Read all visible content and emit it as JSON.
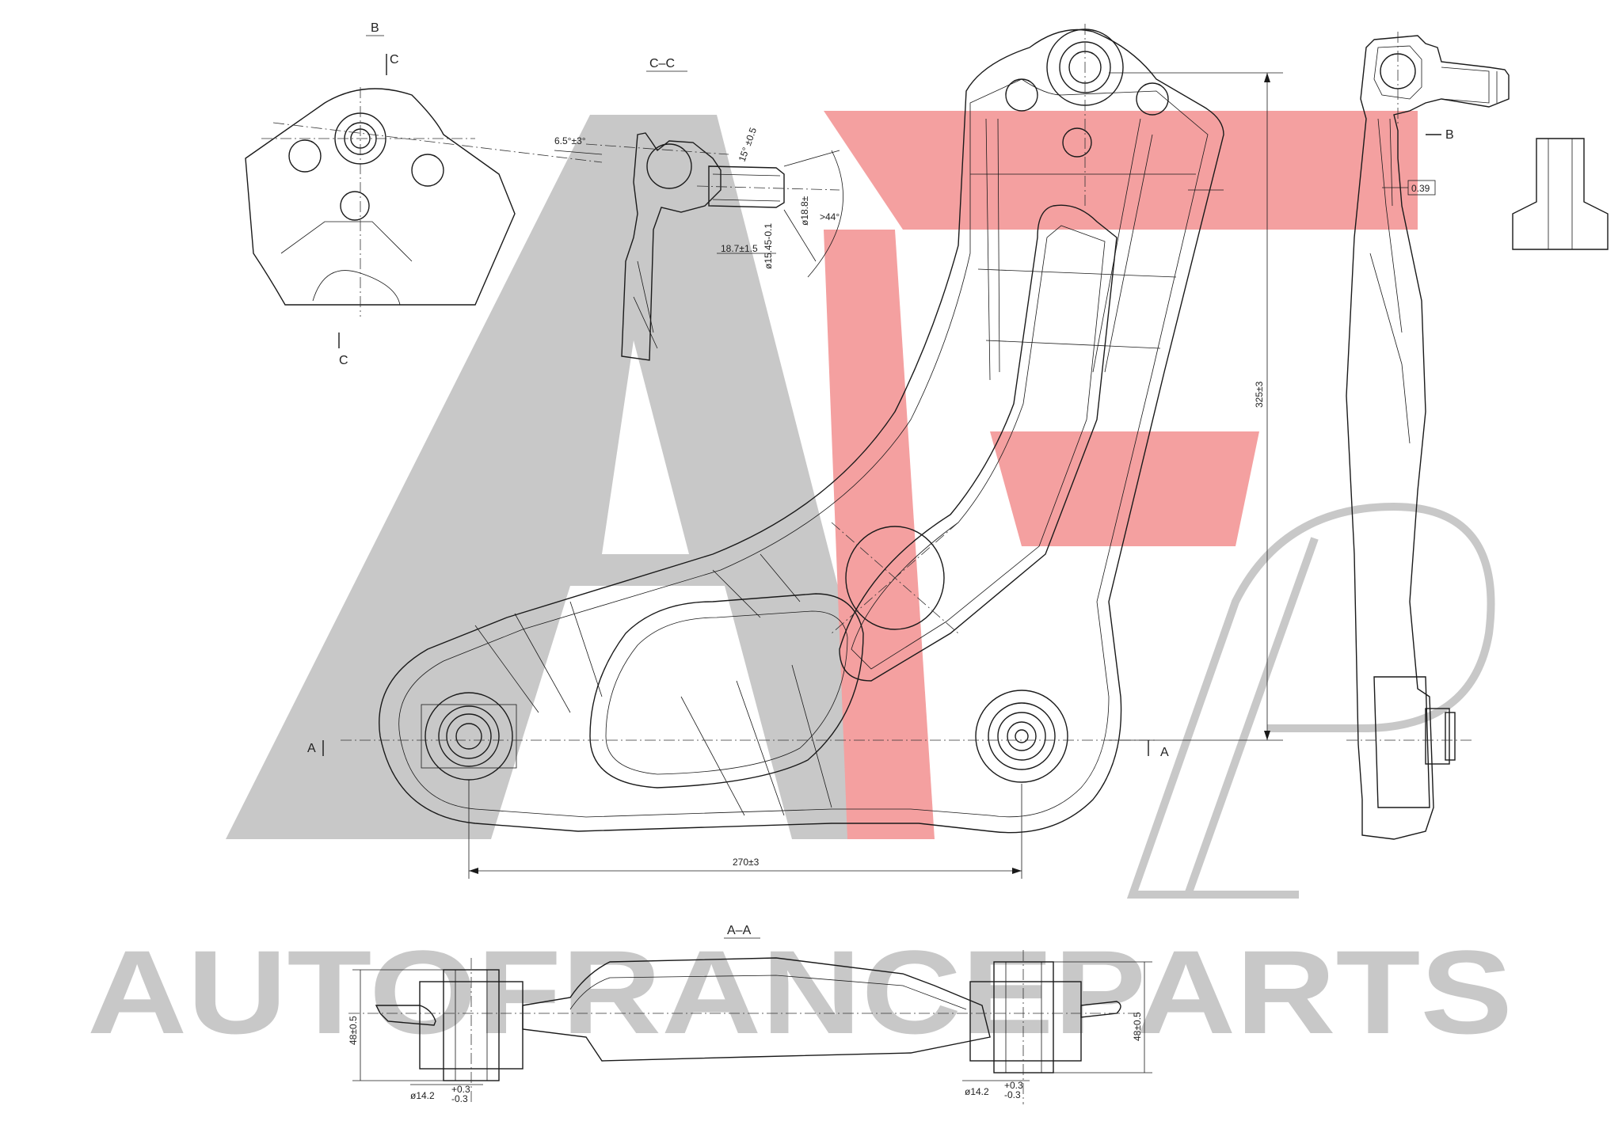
{
  "watermark": {
    "brand_text": "AUTOFRANCEPARTS",
    "gray": "#c8c8c8",
    "red": "#f4a0a0"
  },
  "views": {
    "view_b": {
      "title": "B",
      "section_marks": [
        "C",
        "C"
      ]
    },
    "section_cc": {
      "title": "C–C",
      "dims": [
        "6.5°±3°",
        "15° ±0.5",
        "ø18.8±",
        "ø15.45-0.1",
        "18.7±1.5",
        ">44°"
      ]
    },
    "main": {
      "dim_width": "270±3",
      "dim_height": "325±3",
      "section_marks": [
        "A",
        "A"
      ]
    },
    "side": {
      "section_mark": "B",
      "boxed_value": "0.39"
    },
    "section_aa": {
      "title": "A–A",
      "dim_left_height": "48±0.5",
      "dim_right_height": "48±0.5",
      "dim_left_dia": "ø14.2",
      "dim_right_dia": "ø14.2",
      "tol_upper": "+0.3",
      "tol_lower": "-0.3"
    }
  }
}
